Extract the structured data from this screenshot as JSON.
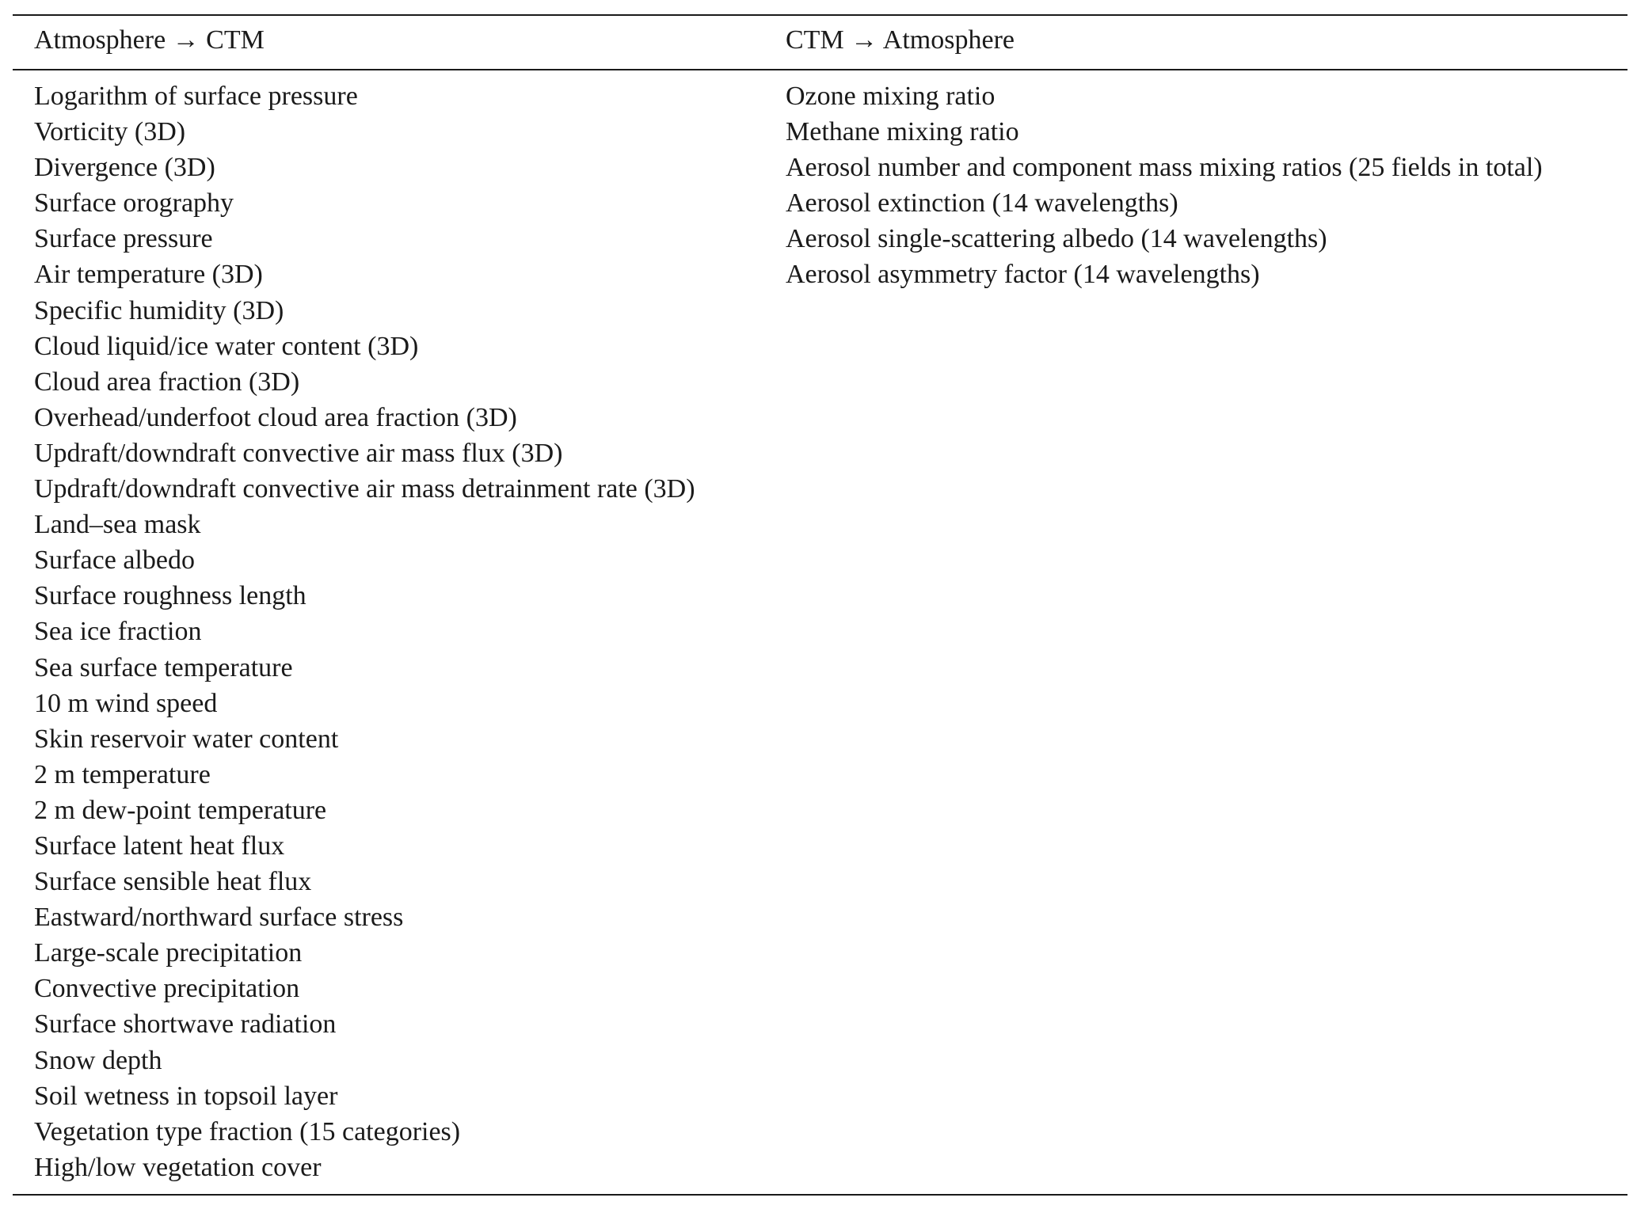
{
  "table": {
    "headers": {
      "left": "Atmosphere → CTM",
      "right": "CTM → Atmosphere"
    },
    "left_column": [
      "Logarithm of surface pressure",
      "Vorticity (3D)",
      "Divergence (3D)",
      "Surface orography",
      "Surface pressure",
      "Air temperature (3D)",
      "Specific humidity (3D)",
      "Cloud liquid/ice water content (3D)",
      "Cloud area fraction (3D)",
      "Overhead/underfoot cloud area fraction (3D)",
      "Updraft/downdraft convective air mass flux (3D)",
      "Updraft/downdraft convective air mass detrainment rate (3D)",
      "Land–sea mask",
      "Surface albedo",
      "Surface roughness length",
      "Sea ice fraction",
      "Sea surface temperature",
      "10 m wind speed",
      "Skin reservoir water content",
      "2 m temperature",
      "2 m dew-point temperature",
      "Surface latent heat flux",
      "Surface sensible heat flux",
      "Eastward/northward surface stress",
      "Large-scale precipitation",
      "Convective precipitation",
      "Surface shortwave radiation",
      "Snow depth",
      "Soil wetness in topsoil layer",
      "Vegetation type fraction (15 categories)",
      "High/low vegetation cover"
    ],
    "right_column": [
      "Ozone mixing ratio",
      "Methane mixing ratio",
      "Aerosol number and component mass mixing ratios (25 fields in total)",
      "Aerosol extinction (14 wavelengths)",
      "Aerosol single-scattering albedo (14 wavelengths)",
      "Aerosol asymmetry factor (14 wavelengths)"
    ]
  }
}
